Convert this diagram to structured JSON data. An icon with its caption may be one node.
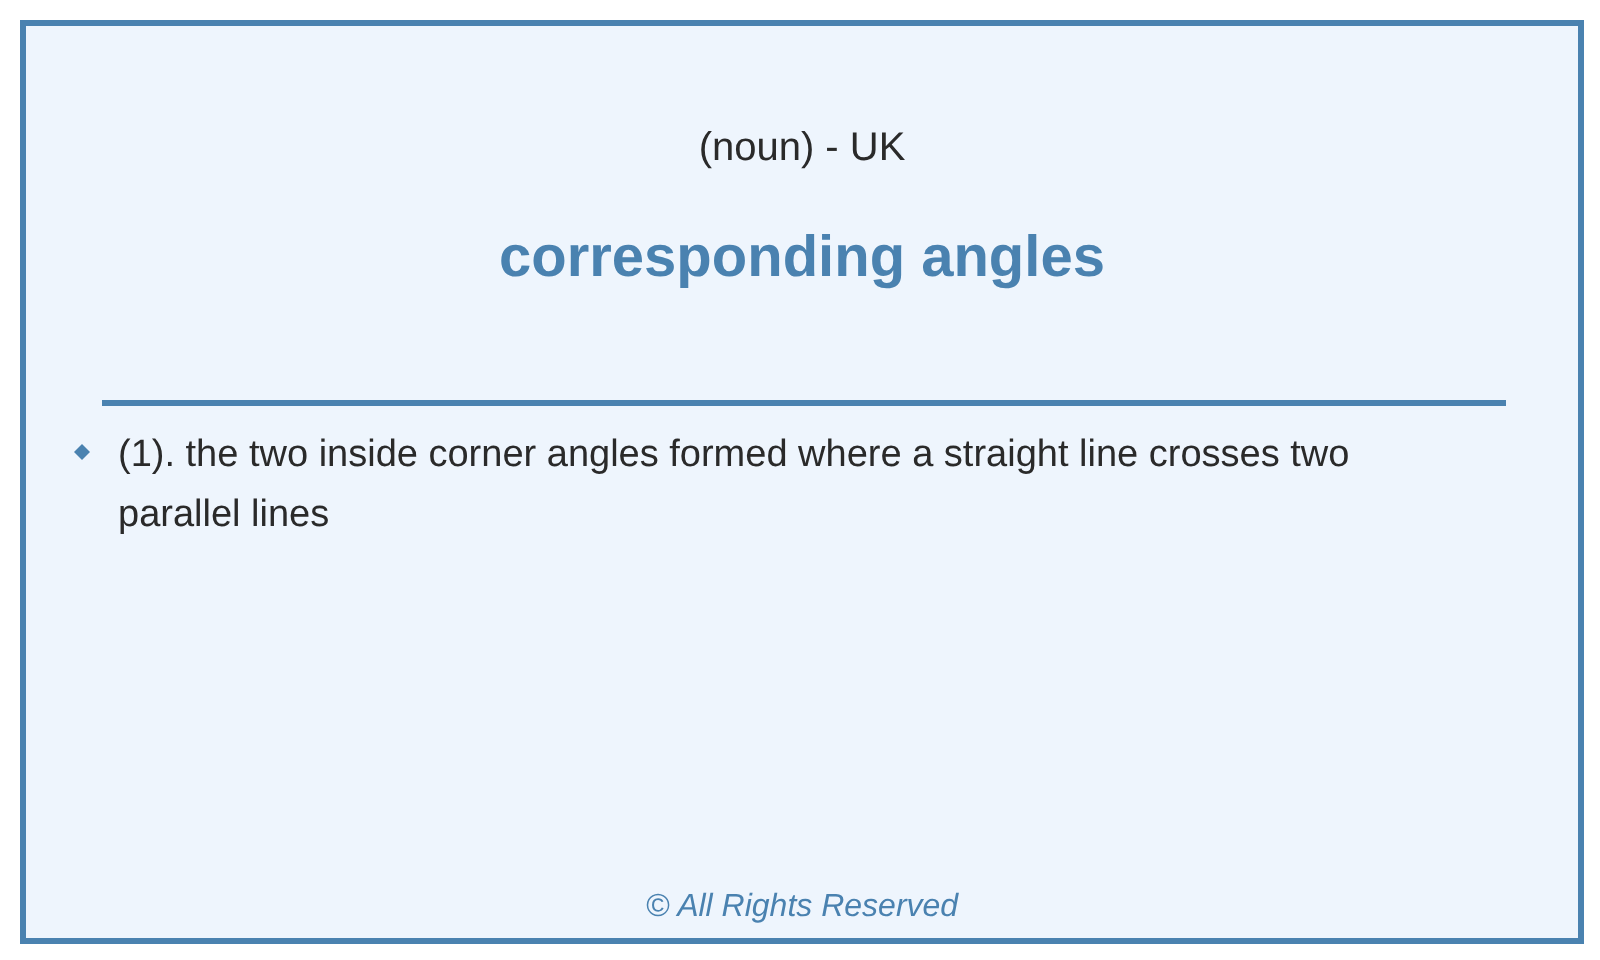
{
  "diagram": {
    "title": "corresponding angles",
    "labels": [
      "(noun) - UK",
      "(1). the two inside corner angles formed where a straight line crosses two parallel lines",
      "© All Rights Reserved"
    ]
  }
}
